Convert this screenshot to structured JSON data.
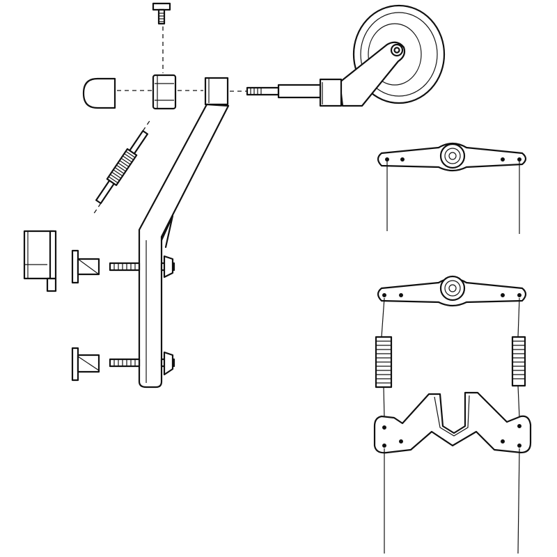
{
  "figure": {
    "description_labels": [],
    "colors": {
      "ink": "#111111",
      "paper": "#ffffff"
    }
  },
  "parts": [
    "screw-top",
    "cap",
    "collar",
    "strut-bracket",
    "axle-pin",
    "wheel-arm",
    "wheel",
    "spring-rod",
    "mount-block",
    "bushing-upper",
    "bolt-upper",
    "nut-upper",
    "bushing-lower",
    "bolt-lower",
    "nut-lower",
    "landing-gear-strut",
    "steering-horn-top",
    "steering-horn-middle",
    "spring-left",
    "spring-right",
    "nose-steering-arm",
    "pushrod-wires"
  ]
}
